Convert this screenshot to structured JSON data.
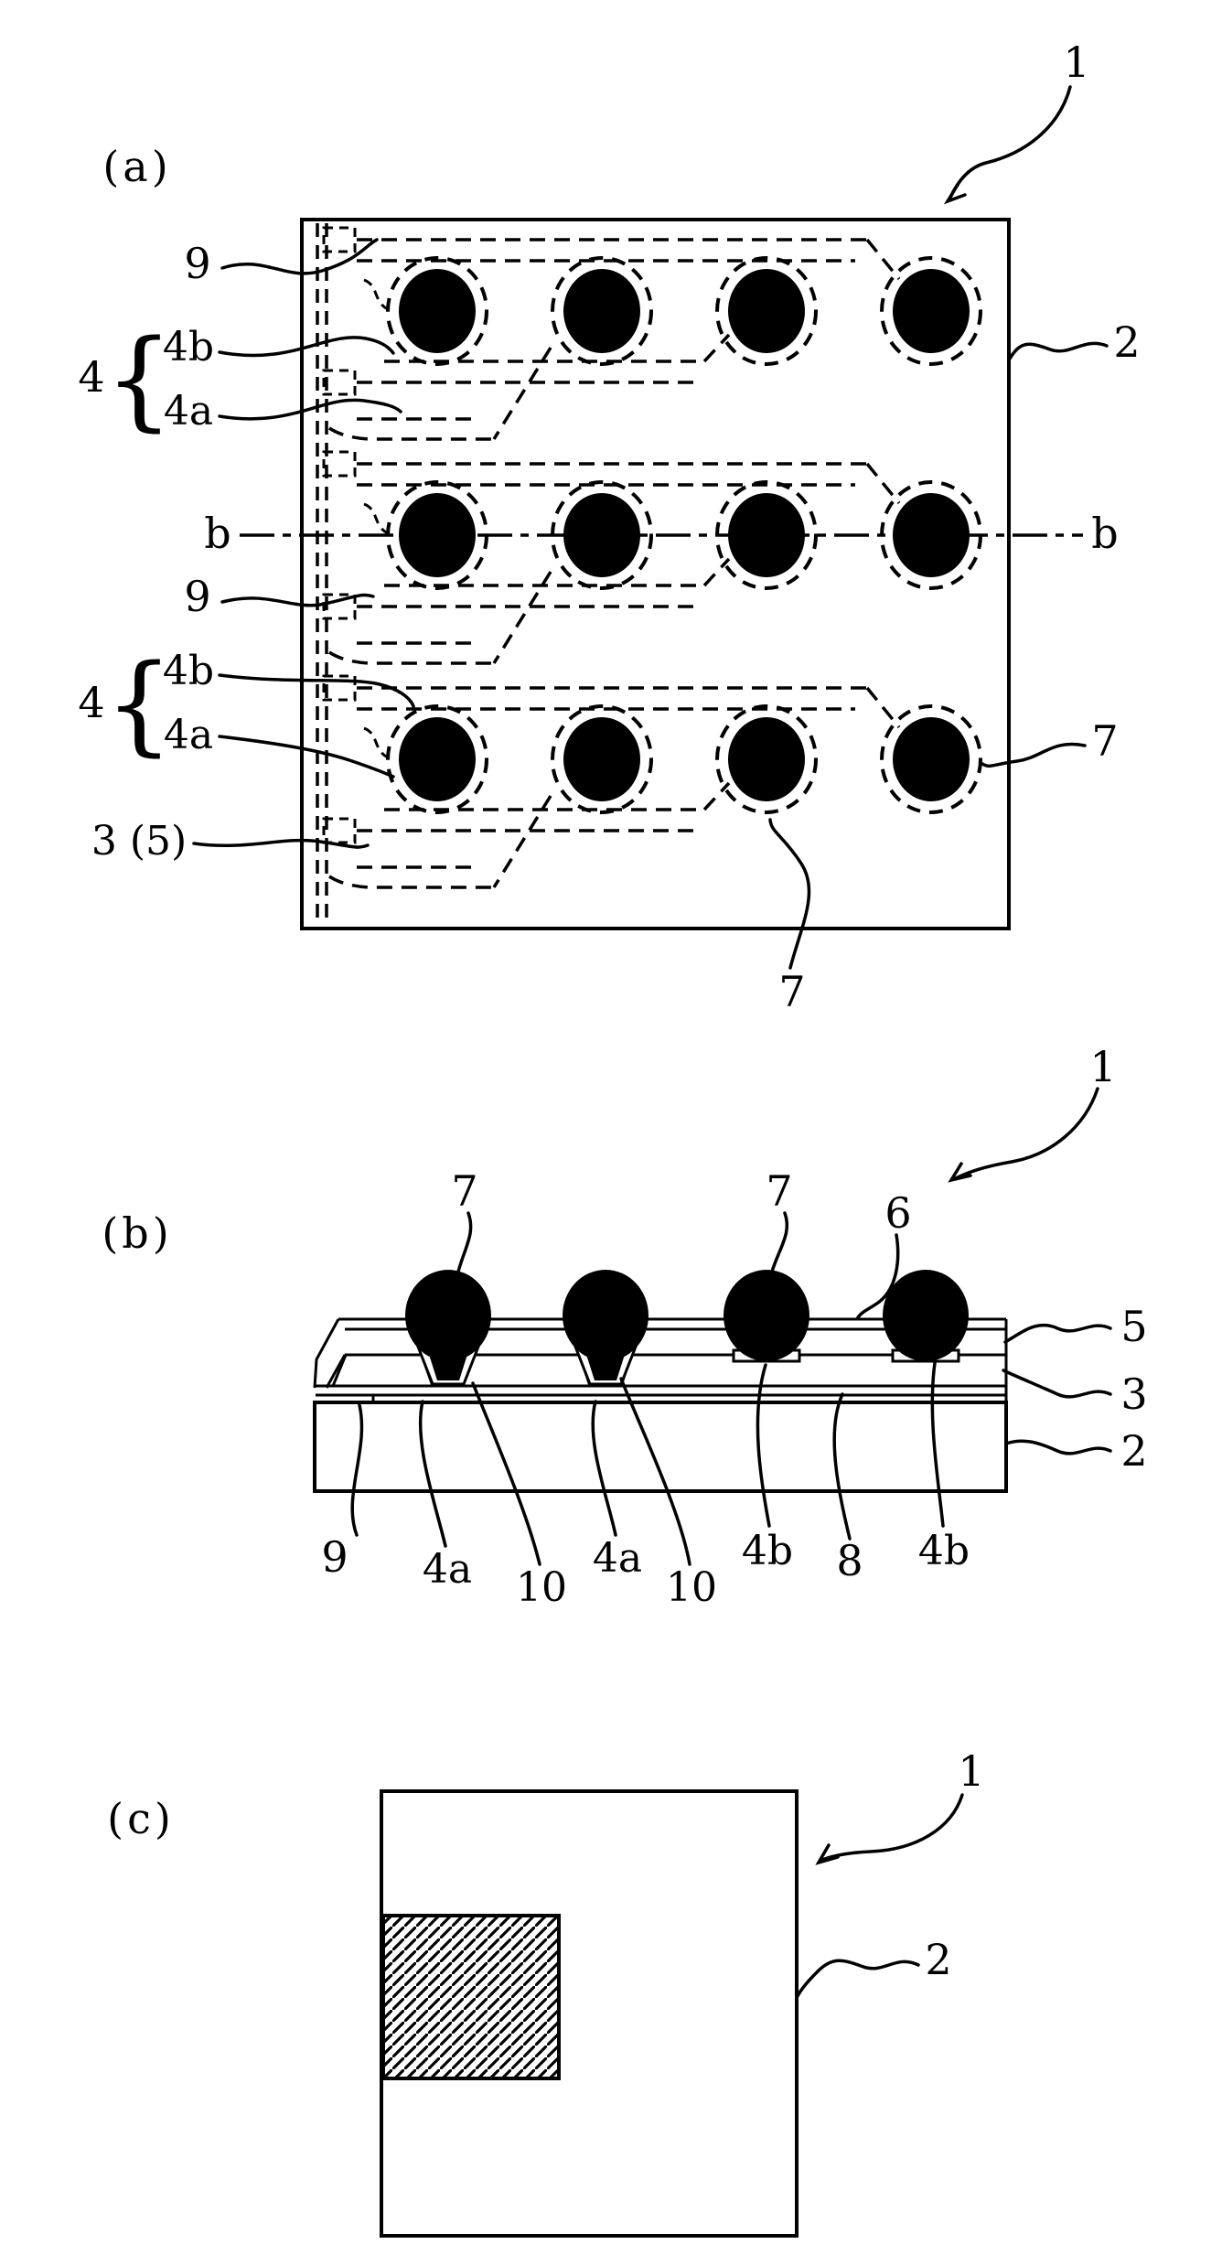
{
  "colors": {
    "ink": "#000000",
    "paper": "#ffffff"
  },
  "figure_a": {
    "tag": "(a)",
    "labels": {
      "one": "1",
      "two": "2",
      "nine_top": "9",
      "four_top": "4",
      "four_b_top": "4b",
      "four_a_top": "4a",
      "nine_mid": "9",
      "four_bot": "4",
      "four_b_bot": "4b",
      "four_a_bot": "4a",
      "three_five": "3 (5)",
      "seven_right": "7",
      "seven_bottom": "7",
      "b_left": "b",
      "b_right": "b",
      "brace": "{"
    }
  },
  "figure_b": {
    "tag": "(b)",
    "labels": {
      "one": "1",
      "seven_left": "7",
      "seven_mid": "7",
      "six": "6",
      "five": "5",
      "three": "3",
      "two": "2",
      "nine": "9",
      "four_a_first": "4a",
      "ten_first": "10",
      "four_a_second": "4a",
      "ten_second": "10",
      "four_b_first": "4b",
      "eight": "8",
      "four_b_second": "4b"
    }
  },
  "figure_c": {
    "tag": "(c)",
    "labels": {
      "one": "1",
      "two": "2"
    }
  }
}
